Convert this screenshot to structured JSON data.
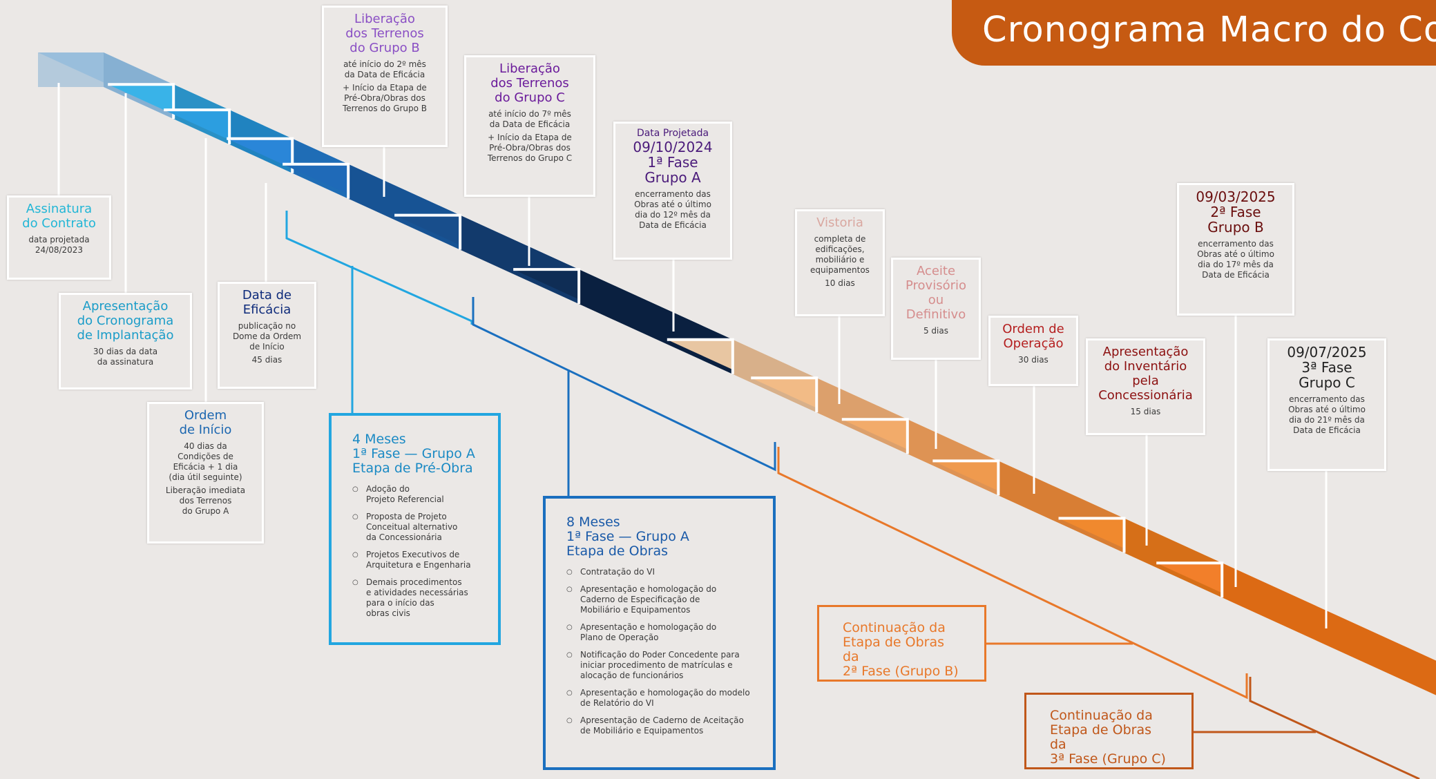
{
  "title": "Cronograma Macro do Cont",
  "milestones": {
    "assinatura": {
      "title": "Assinatura\ndo Contrato",
      "sub": "data projetada\n24/08/2023"
    },
    "apresentacao": {
      "title": "Apresentação\ndo Cronograma\nde Implantação",
      "sub": "30 dias da data\nda assinatura"
    },
    "ordem_inicio": {
      "title": "Ordem\nde Início",
      "sub": "40 dias da\nCondições de\nEficácia + 1 dia\n(dia útil seguinte)",
      "sub2": "Liberação imediata\ndos Terrenos\ndo Grupo A"
    },
    "eficacia": {
      "title": "Data de\nEficácia",
      "sub": "publicação no\nDome da Ordem\nde Início",
      "sub2": "45 dias"
    },
    "grupo_b": {
      "title": "Liberação\ndos Terrenos\ndo Grupo B",
      "sub": "até início do 2º mês\nda Data de Eficácia",
      "sub2": "+ Início da Etapa de\nPré-Obra/Obras dos\nTerrenos do Grupo B"
    },
    "grupo_c": {
      "title": "Liberação\ndos Terrenos\ndo Grupo C",
      "sub": "até início do 7º mês\nda Data de Eficácia",
      "sub2": "+ Início da Etapa de\nPré-Obra/Obras dos\nTerrenos do Grupo C"
    },
    "fase1": {
      "pre": "Data Projetada",
      "title": "09/10/2024\n1ª Fase\nGrupo A",
      "sub": "encerramento das\nObras até o último\ndia do 12º mês da\nData de Eficácia"
    },
    "vistoria": {
      "title": "Vistoria",
      "sub": "completa de\nedificações,\nmobiliário e\nequipamentos",
      "sub2": "10 dias"
    },
    "aceite": {
      "title": "Aceite\nProvisório\nou\nDefinitivo",
      "sub": "5 dias"
    },
    "ordem_operacao": {
      "title": "Ordem de\nOperação",
      "sub": "30 dias"
    },
    "inventario": {
      "title": "Apresentação\ndo Inventário\npela\nConcessionária",
      "sub": "15 dias"
    },
    "fase2": {
      "title": "09/03/2025\n2ª Fase\nGrupo B",
      "sub": "encerramento das\nObras até o último\ndia do 17º mês da\nData de Eficácia"
    },
    "fase3": {
      "title": "09/07/2025\n3ª Fase\nGrupo C",
      "sub": "encerramento das\nObras até o último\ndia do 21º mês da\nData de Eficácia"
    }
  },
  "phase_pre_obra": {
    "heading": "4 Meses\n1ª Fase — Grupo A\nEtapa de Pré-Obra",
    "items": [
      "Adoção do\nProjeto Referencial",
      "Proposta de Projeto\nConceitual alternativo\nda Concessionária",
      "Projetos Executivos de\nArquitetura e Engenharia",
      "Demais procedimentos\ne atividades necessárias\npara o início das\nobras civis"
    ]
  },
  "phase_obras": {
    "heading": "8 Meses\n1ª Fase — Grupo A\nEtapa de Obras",
    "items": [
      "Contratação do VI",
      "Apresentação e homologação do\nCaderno de Especificação de\nMobiliário e Equipamentos",
      "Apresentação e homologação do\nPlano de Operação",
      "Notificação do Poder Concedente para\niniciar procedimento de matrículas e\nalocação de funcionários",
      "Apresentação e homologação do modelo\nde Relatório do VI",
      "Apresentação de Caderno de Aceitação\nde Mobiliário e Equipamentos"
    ]
  },
  "continuacao_b": "Continuação da\nEtapa de Obras da\n2ª Fase (Grupo B)",
  "continuacao_c": "Continuação da\nEtapa de Obras da\n3ª Fase (Grupo C)",
  "colors": {
    "banner": "#c65a12",
    "teal": "#22a6c8",
    "cyan_blue": "#1b8ac4",
    "navy": "#0d2a7a",
    "purple": "#6a1a9a",
    "violet": "#8a4fc4",
    "pink": "#d58d8d",
    "dark_red": "#8c1010",
    "orange": "#e8782a",
    "brown_orange": "#c0571a"
  }
}
